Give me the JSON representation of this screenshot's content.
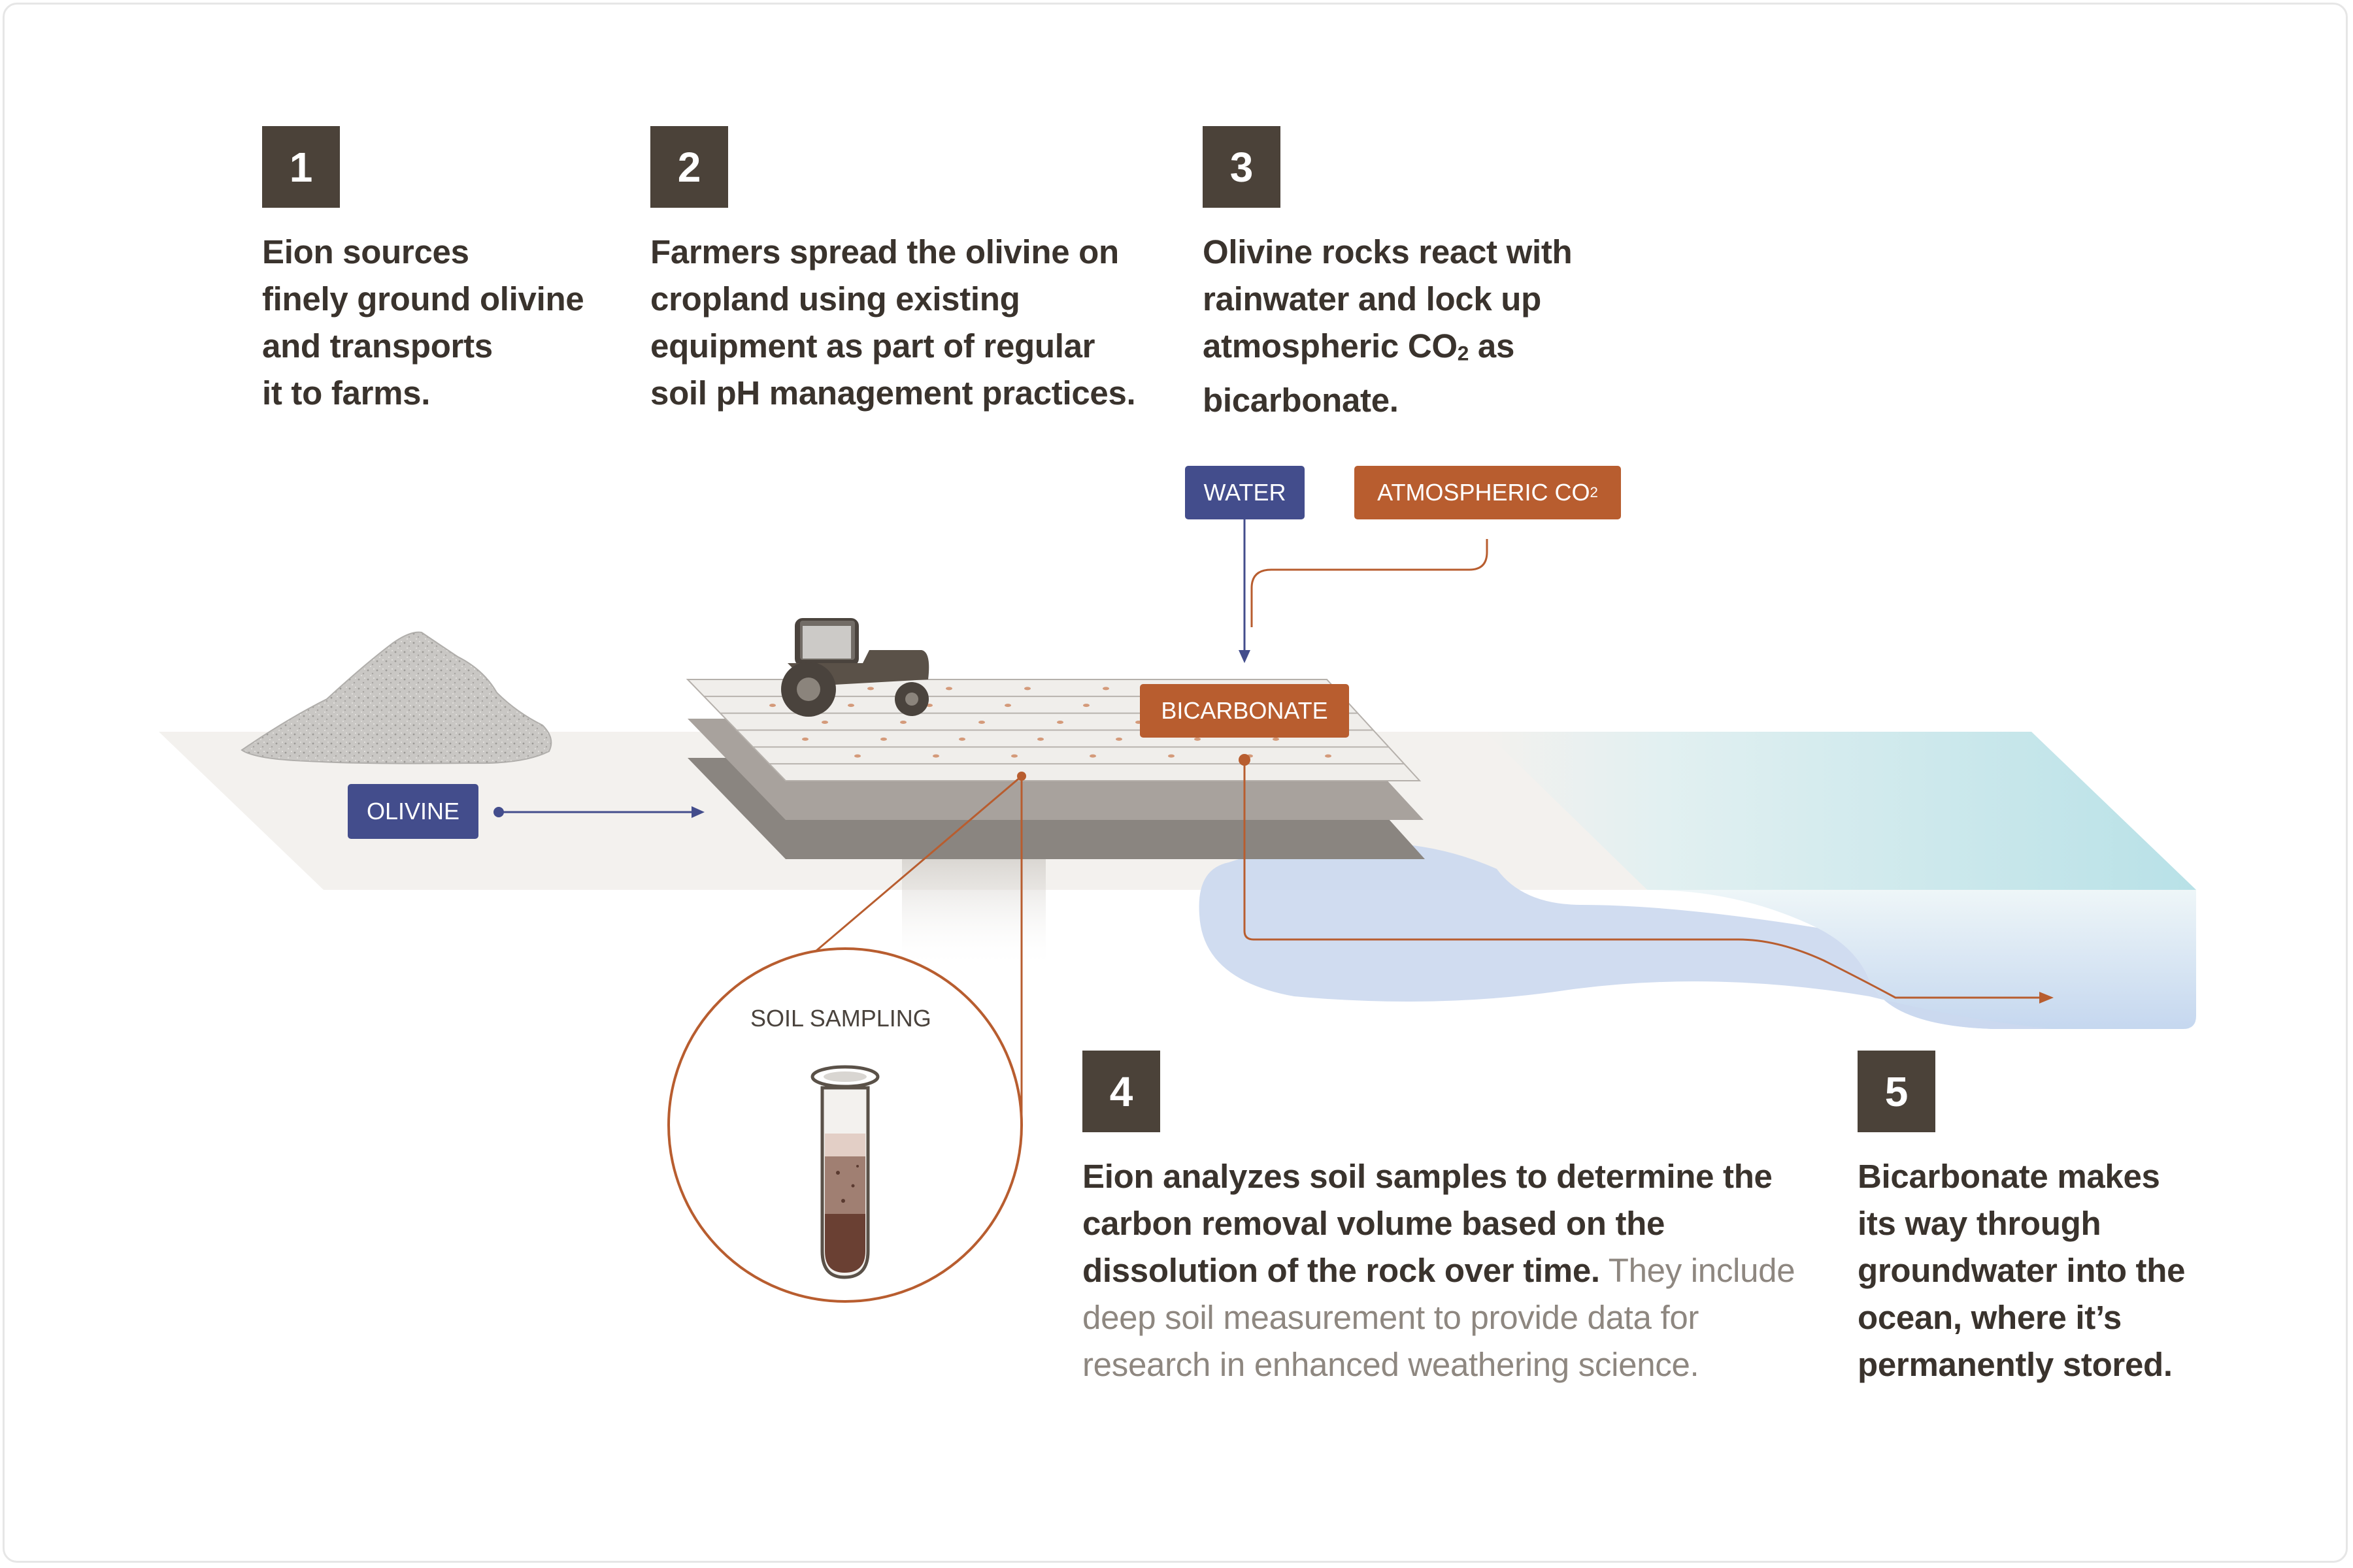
{
  "steps": [
    {
      "number": "1",
      "lines": [
        "Eion sources",
        "finely ground olivine",
        "and transports",
        "it to farms."
      ]
    },
    {
      "number": "2",
      "lines": [
        "Farmers spread the olivine on",
        "cropland using existing",
        "equipment as part of regular",
        "soil pH management practices."
      ]
    },
    {
      "number": "3",
      "lines": [
        "Olivine rocks react with",
        "rainwater and lock up",
        "atmospheric CO",
        "bicarbonate."
      ],
      "sub": "2",
      "suffix": " as"
    },
    {
      "number": "4",
      "lines": [
        "Eion analyzes soil samples to determine the",
        "carbon removal volume based on the",
        "dissolution of the rock over time.",
        "deep soil measurement to provide data for",
        "research in enhanced weathering science."
      ],
      "muted_start": " They include"
    },
    {
      "number": "5",
      "lines": [
        "Bicarbonate makes",
        "its way through",
        "groundwater into the",
        "ocean, where it’s",
        "permanently stored."
      ]
    }
  ],
  "tags": {
    "olivine": "OLIVINE",
    "water": "WATER",
    "atmospheric_co2": "ATMOSPHERIC CO",
    "atmospheric_co2_sub": "2",
    "bicarbonate": "BICARBONATE",
    "soil_sampling": "SOIL SAMPLING"
  },
  "colors": {
    "badge": "#4b4239",
    "water_blue": "#434d8c",
    "carbon_orange": "#b85d2f",
    "ground": "#f3f1ee",
    "ocean": "#bfe3e8"
  }
}
